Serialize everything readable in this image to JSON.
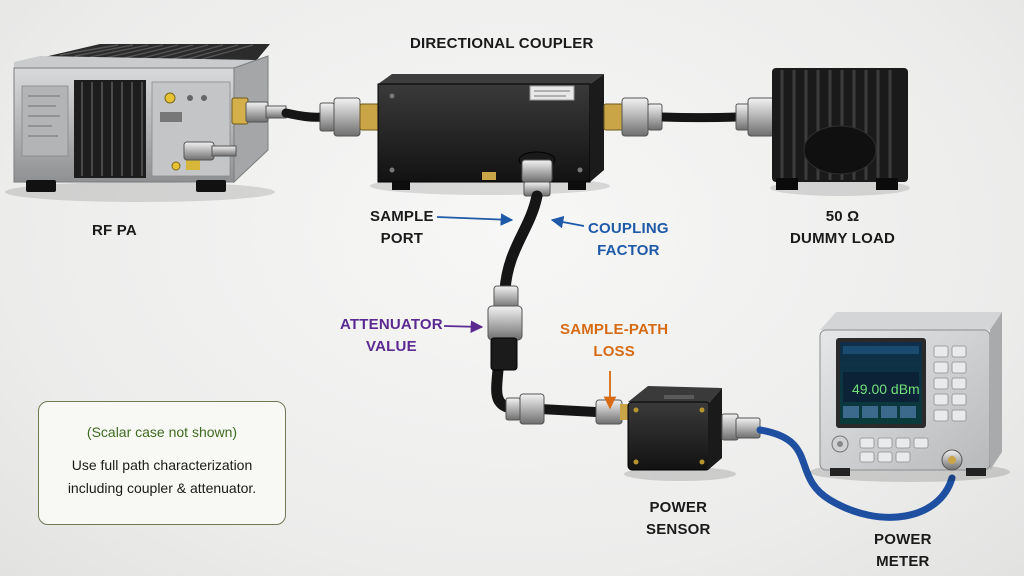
{
  "labels": {
    "rf_pa": "RF PA",
    "directional_coupler": "DIRECTIONAL COUPLER",
    "sample_port": [
      "SAMPLE",
      "PORT"
    ],
    "coupling_factor": [
      "COUPLING",
      "FACTOR"
    ],
    "dummy_load": [
      "50 Ω",
      "DUMMY LOAD"
    ],
    "attenuator_value": [
      "ATTENUATOR",
      "VALUE"
    ],
    "sample_path_loss": [
      "SAMPLE-PATH",
      "LOSS"
    ],
    "power_sensor": [
      "POWER",
      "SENSOR"
    ],
    "power_meter": [
      "POWER",
      "METER"
    ]
  },
  "meter_display": {
    "reading": "49.00 dBm"
  },
  "note": {
    "title": "(Scalar case not shown)",
    "body": [
      "Use full path characterization",
      "including coupler & attenuator."
    ]
  },
  "colors": {
    "blue": "#1f5aa8",
    "purple": "#5b2a91",
    "orange": "#d76b14",
    "note_green": "#3e6b1f",
    "cable_blue": "#1e4fa0"
  }
}
